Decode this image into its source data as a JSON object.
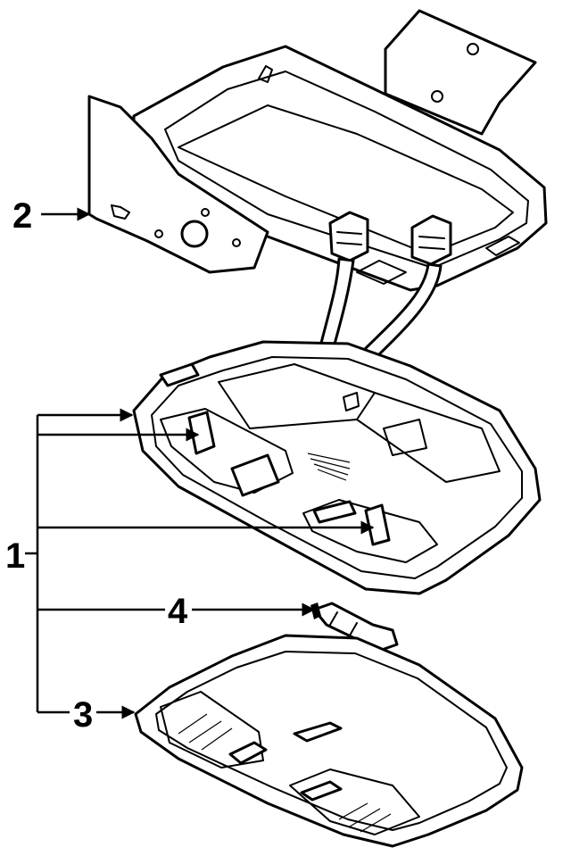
{
  "callouts": [
    {
      "id": "1",
      "label": "1"
    },
    {
      "id": "2",
      "label": "2"
    },
    {
      "id": "3",
      "label": "3"
    },
    {
      "id": "4",
      "label": "4"
    }
  ],
  "parts": {
    "mounting_bracket": "mounting-bracket",
    "overhead_console": "overhead-console",
    "console_lens_cover": "console-lens-cover",
    "bulb": "bulb"
  },
  "colors": {
    "line": "#000000",
    "background": "#ffffff"
  }
}
